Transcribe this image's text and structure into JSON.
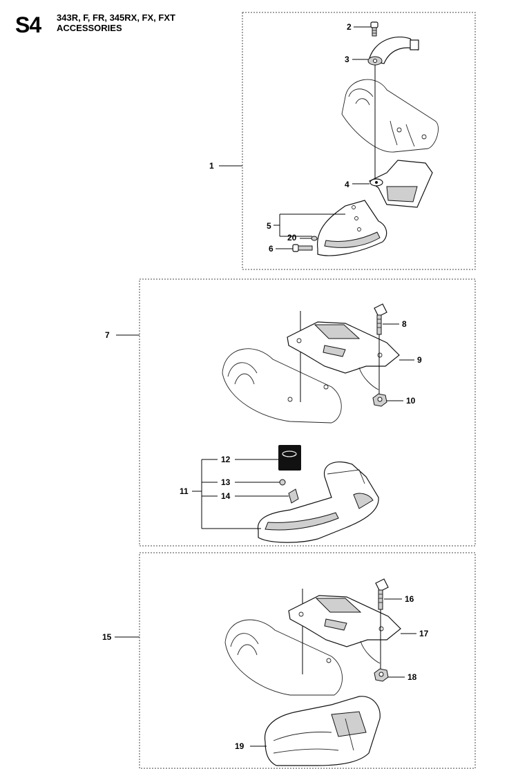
{
  "header": {
    "code": "S4",
    "models": "343R, F, FR, 345RX, FX, FXT",
    "subtitle": "ACCESSORIES"
  },
  "callouts": {
    "c1": "1",
    "c2": "2",
    "c3": "3",
    "c4": "4",
    "c5": "5",
    "c6": "6",
    "c7": "7",
    "c8": "8",
    "c9": "9",
    "c10": "10",
    "c11": "11",
    "c12": "12",
    "c13": "13",
    "c14": "14",
    "c15": "15",
    "c16": "16",
    "c17": "17",
    "c18": "18",
    "c19": "19",
    "c20": "20"
  }
}
